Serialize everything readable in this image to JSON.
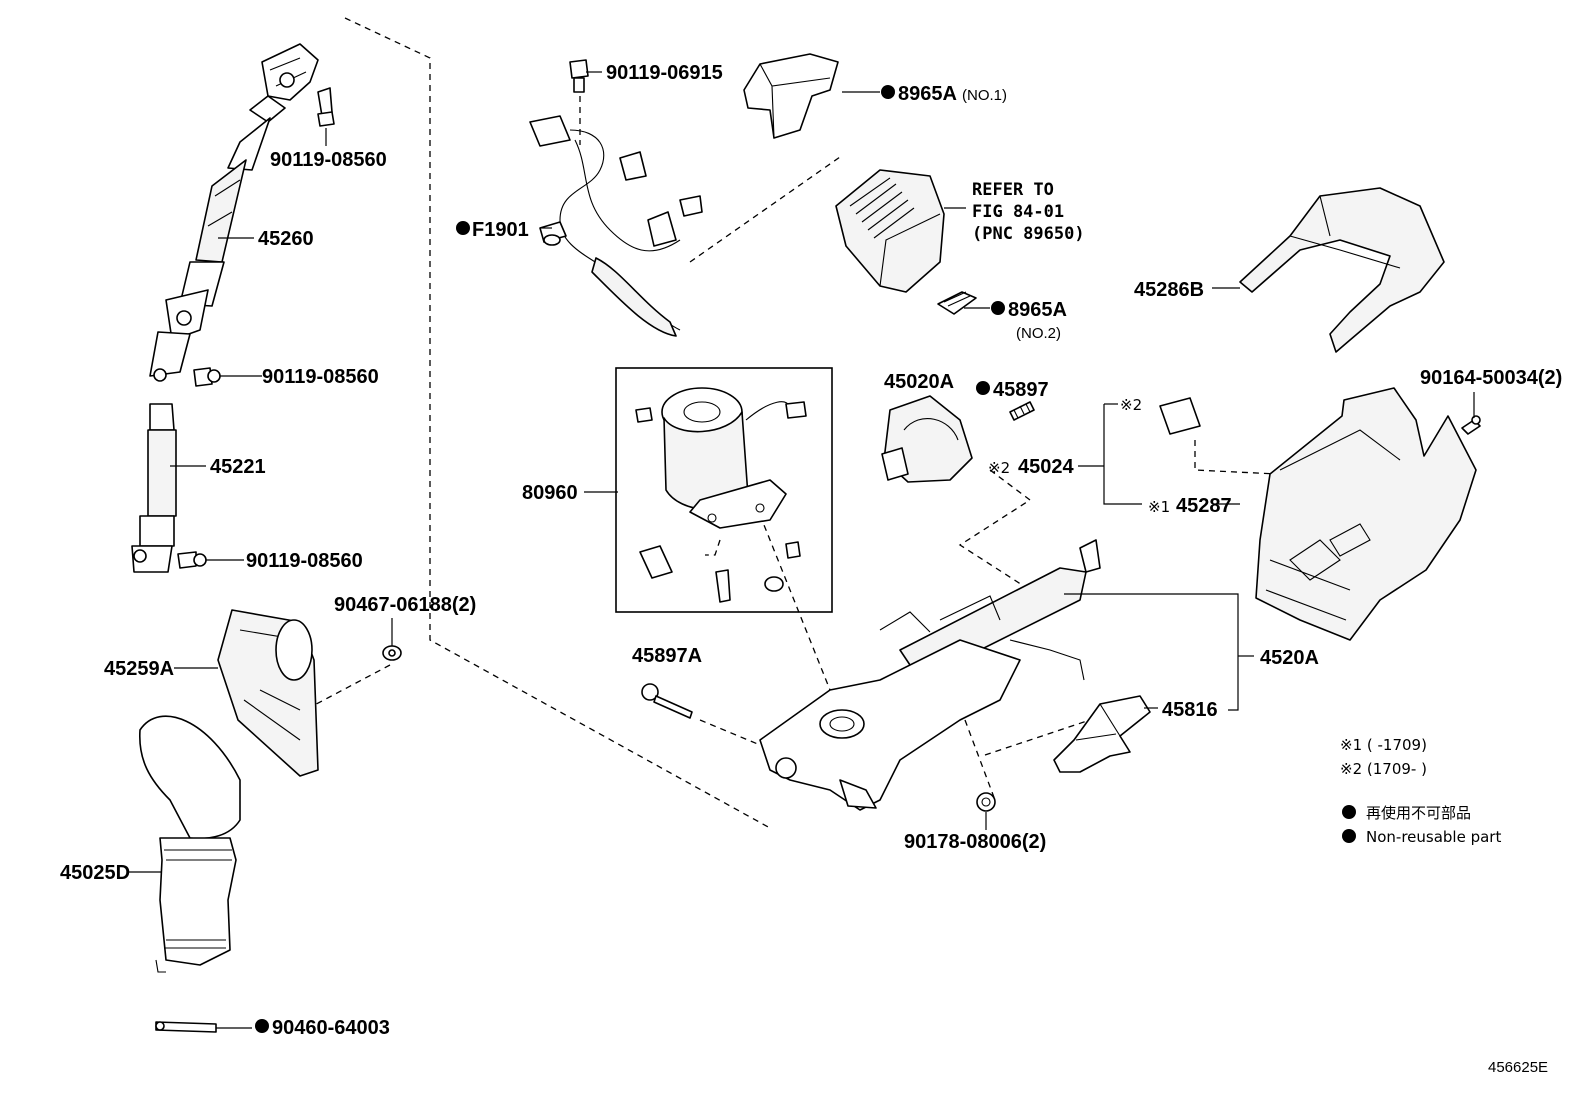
{
  "diagram": {
    "code": "456625E",
    "parts": {
      "p_90119_06915": "90119-06915",
      "p_8965A_no1": "8965A",
      "p_8965A_no1_note": "(NO.1)",
      "p_90119_08560_a": "90119-08560",
      "p_45260": "45260",
      "p_F1901": "F1901",
      "refer_line1": "REFER TO",
      "refer_line2": "FIG 84-01",
      "refer_line3": "(PNC 89650)",
      "p_45286B": "45286B",
      "p_8965A_no2": "8965A",
      "p_8965A_no2_note": "(NO.2)",
      "p_90119_08560_b": "90119-08560",
      "p_45020A": "45020A",
      "p_45897": "45897",
      "p_90164_50034": "90164-50034(2)",
      "p_45221": "45221",
      "p_80960": "80960",
      "mark_2_a": "※2",
      "mark_2_b": "※2",
      "p_45024": "45024",
      "mark_1_a": "※1",
      "p_45287": "45287",
      "p_90119_08560_c": "90119-08560",
      "p_90467_06188": "90467-06188(2)",
      "p_45897A": "45897A",
      "p_4520A": "4520A",
      "p_45259A": "45259A",
      "p_45816": "45816",
      "p_90178_08006": "90178-08006(2)",
      "p_45025D": "45025D",
      "p_90460_64003": "90460-64003"
    },
    "legend": {
      "note1": "※1 (      -1709)",
      "note2": "※2 (1709-      )",
      "nonreusable_jp": "再使用不可部品",
      "nonreusable_en": "Non-reusable part"
    }
  }
}
